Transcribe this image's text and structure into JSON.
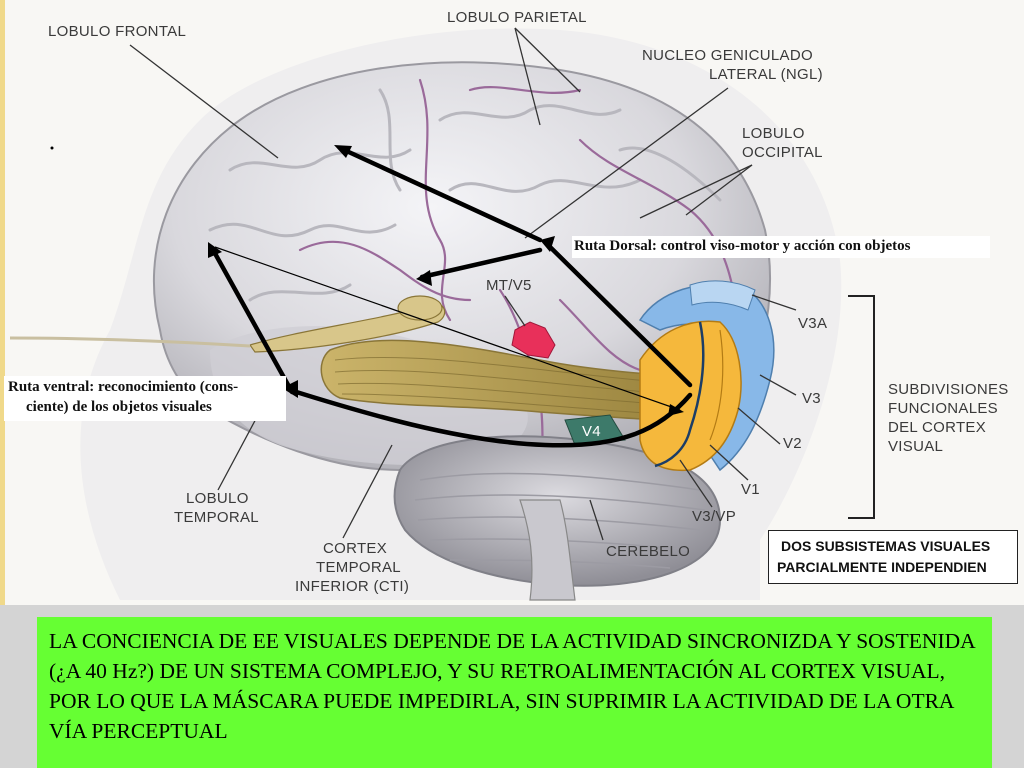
{
  "labels": {
    "lobulo_frontal": "LOBULO FRONTAL",
    "lobulo_parietal": "LOBULO PARIETAL",
    "ngl_line1": "NUCLEO GENICULADO",
    "ngl_line2": "LATERAL (NGL)",
    "occipital_line1": "LOBULO",
    "occipital_line2": "OCCIPITAL",
    "mt_v5": "MT/V5",
    "v3a": "V3A",
    "v3": "V3",
    "v2": "V2",
    "v1": "V1",
    "v3vp": "V3/VP",
    "v4": "V4",
    "cerebelo": "CEREBELO",
    "temporal_line1": "LOBULO",
    "temporal_line2": "TEMPORAL",
    "cti_line1": "CORTEX",
    "cti_line2": "TEMPORAL",
    "cti_line3": "INFERIOR (CTI)",
    "subdiv_line1": "SUBDIVISIONES",
    "subdiv_line2": "FUNCIONALES",
    "subdiv_line3": "DEL CORTEX",
    "subdiv_line4": "VISUAL"
  },
  "routes": {
    "dorsal": "Ruta Dorsal: control viso-motor y acción con objetos",
    "ventral_line1": "Ruta ventral: reconocimiento (cons-",
    "ventral_line2": "ciente) de los objetos visuales"
  },
  "box_title": {
    "line1": "DOS SUBSISTEMAS VISUALES",
    "line2": "PARCIALMENTE INDEPENDIEN"
  },
  "note": "LA CONCIENCIA DE EE VISUALES DEPENDE DE LA ACTIVIDAD SINCRONIZDA Y SOSTENIDA  (¿A 40 Hz?) DE UN SISTEMA COMPLEJO,  Y SU RETROALIMENTACIÓN AL CORTEX VISUAL, POR LO QUE LA MÁSCARA PUEDE IMPEDIRLA, SIN SUPRIMIR LA ACTIVIDAD DE LA OTRA VÍA PERCEPTUAL",
  "colors": {
    "note_bg": "#66ff33",
    "mt_v5": "#e8305a",
    "v1_v2": "#f5b83c",
    "v3": "#7aaee0",
    "v4": "#3d7a6a",
    "optic_radiation": "#b9a253"
  }
}
